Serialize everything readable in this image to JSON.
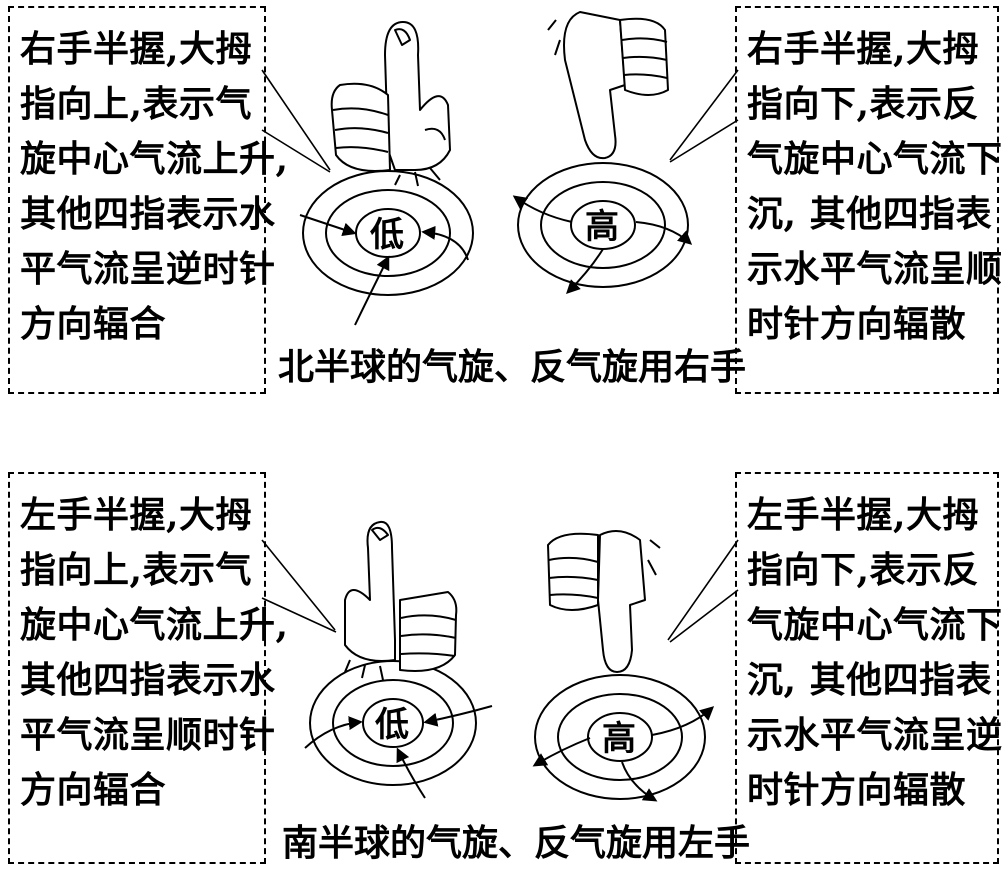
{
  "north": {
    "left_box": {
      "lines": [
        "右手半握,大拇",
        "指向上,表示气",
        "旋中心气流上升,",
        "其他四指表示水",
        "平气流呈逆时针",
        "方向辐合"
      ]
    },
    "right_box": {
      "lines": [
        "右手半握,大拇",
        "指向下,表示反",
        "气旋中心气流下",
        "沉, 其他四指表",
        "示水平气流呈顺",
        "时针方向辐散"
      ]
    },
    "caption": "北半球的气旋、反气旋用右手",
    "low_label": "低",
    "high_label": "高"
  },
  "south": {
    "left_box": {
      "lines": [
        "左手半握,大拇",
        "指向上,表示气",
        "旋中心气流上升,",
        "其他四指表示水",
        "平气流呈顺时针",
        "方向辐合"
      ]
    },
    "right_box": {
      "lines": [
        "左手半握,大拇",
        "指向下,表示反",
        "气旋中心气流下",
        "沉, 其他四指表",
        "示水平气流呈逆",
        "时针方向辐散"
      ]
    },
    "caption": "南半球的气旋、反气旋用左手",
    "low_label": "低",
    "high_label": "高"
  },
  "icons": {
    "thumb_up_hand": "thumb-up-hand-icon",
    "thumb_down_hand": "thumb-down-hand-icon"
  }
}
